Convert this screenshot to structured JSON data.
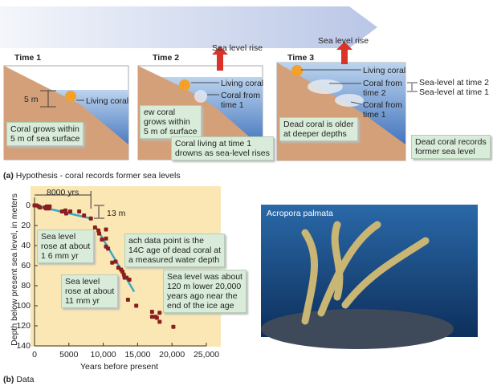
{
  "panel_a": {
    "caption_label": "(a)",
    "caption": "Hypothesis - coral records former sea levels",
    "time1": {
      "title": "Time 1",
      "depth": "5 m",
      "living": "Living coral",
      "note": [
        "Coral grows within",
        "5 m of sea surface"
      ]
    },
    "time2": {
      "title": "Time 2",
      "rise": "Sea level rise",
      "living": "Living coral",
      "from1": [
        "Coral from",
        "time 1"
      ],
      "note_new": [
        "ew coral",
        "grows within",
        "5 m of surface"
      ],
      "note_drown": [
        "Coral living at time 1",
        "drowns as sea-level rises"
      ]
    },
    "time3": {
      "title": "Time 3",
      "rise": "Sea level rise",
      "living": "Living coral",
      "from2": [
        "Coral from",
        "time 2"
      ],
      "from1": [
        "Coral from",
        "time 1"
      ],
      "note_dead": [
        "Dead coral is older",
        "at deeper depths"
      ]
    },
    "levels": {
      "t2": "Sea-level at time 2",
      "t1": "Sea-level at time 1",
      "note": [
        "Dead coral records",
        "former sea level"
      ]
    }
  },
  "photo": {
    "label": "Acropora palmata"
  },
  "panel_b": {
    "caption_label": "(b)",
    "caption": "Data",
    "span_label": "8000 yrs",
    "drop_label": "13 m",
    "note_slow": [
      "Sea level",
      "rose at about",
      "1 6 mm yr"
    ],
    "note_fast": [
      "Sea level",
      "rose at about",
      "11 mm yr"
    ],
    "note_point": [
      "ach data point is the",
      "14C age of dead coral at",
      "a measured water depth"
    ],
    "note_ice": [
      "Sea level was about",
      "120 m lower 20,000",
      "years ago near the",
      "end of the ice age"
    ]
  },
  "chart_data": {
    "type": "scatter",
    "xlabel": "Years before present",
    "ylabel": "Depth below present sea level, in meters",
    "xlim": [
      0,
      25000
    ],
    "ylim": [
      0,
      140
    ],
    "y_inverted": true,
    "xticks": [
      "0",
      "5000",
      "10,000",
      "15,000",
      "20,000",
      "25,000"
    ],
    "yticks": [
      "0",
      "20",
      "40",
      "60",
      "80",
      "100",
      "120",
      "140"
    ],
    "points": [
      [
        0,
        0
      ],
      [
        300,
        0
      ],
      [
        600,
        1
      ],
      [
        800,
        2
      ],
      [
        1500,
        2
      ],
      [
        1700,
        3
      ],
      [
        1800,
        1
      ],
      [
        2000,
        2
      ],
      [
        2100,
        3
      ],
      [
        2200,
        1
      ],
      [
        4000,
        6
      ],
      [
        4500,
        5
      ],
      [
        4600,
        8
      ],
      [
        5200,
        6
      ],
      [
        6500,
        6
      ],
      [
        7200,
        10
      ],
      [
        8200,
        13
      ],
      [
        8800,
        22
      ],
      [
        9300,
        25
      ],
      [
        9400,
        28
      ],
      [
        9800,
        34
      ],
      [
        10400,
        24
      ],
      [
        10400,
        33
      ],
      [
        10400,
        41
      ],
      [
        10700,
        43
      ],
      [
        11300,
        57
      ],
      [
        11800,
        56
      ],
      [
        12200,
        62
      ],
      [
        12600,
        64
      ],
      [
        12800,
        66
      ],
      [
        13000,
        69
      ],
      [
        13100,
        72
      ],
      [
        13400,
        72
      ],
      [
        13800,
        74
      ],
      [
        13600,
        94
      ],
      [
        14800,
        100
      ],
      [
        17100,
        106
      ],
      [
        17100,
        111
      ],
      [
        17600,
        111
      ],
      [
        17800,
        112
      ],
      [
        18200,
        107
      ],
      [
        18200,
        116
      ],
      [
        20200,
        121
      ]
    ],
    "trend_lines": [
      [
        [
          0,
          0
        ],
        [
          8200,
          13
        ]
      ],
      [
        [
          8800,
          20
        ],
        [
          14500,
          86
        ]
      ]
    ],
    "colors": {
      "background": "#fbe7b4",
      "points": "#8a1f1f",
      "trend": "#3aa8c8"
    },
    "grid": false
  }
}
